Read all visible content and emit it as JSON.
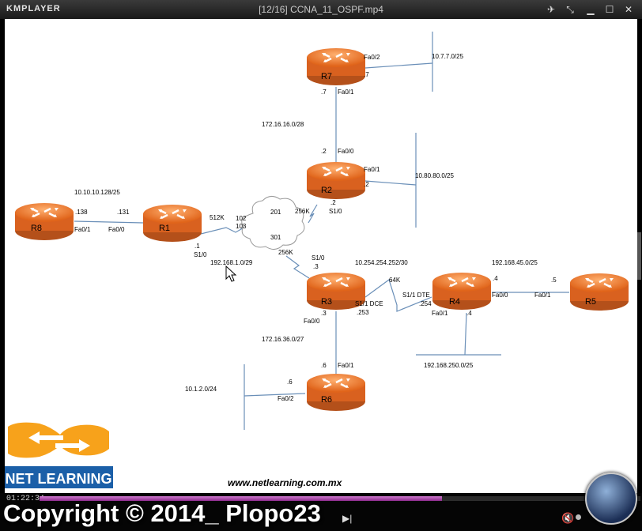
{
  "app": {
    "name": "KMPLAYER"
  },
  "window": {
    "title": "[12/16] CCNA_11_OSPF.mp4"
  },
  "playback": {
    "time": "01:22:34",
    "progress": 0.67
  },
  "overlay": {
    "copyright": "Copyright © 2014_ Plopo23"
  },
  "slide": {
    "url": "www.netlearning.com.mx",
    "brand": "NET LEARNING",
    "routers": [
      "R1",
      "R2",
      "R3",
      "R4",
      "R5",
      "R6",
      "R7",
      "R8"
    ],
    "labels": {
      "r7_fa02": "Fa0/2",
      "r7_dot7a": ".7",
      "r7_net": "10.7.7.0/25",
      "r7_dot7b": ".7",
      "r7_fa01": "Fa0/1",
      "net_16": "172.16.16.0/28",
      "r2_dot2a": ".2",
      "r2_fa00": "Fa0/0",
      "r2_fa01": "Fa0/1",
      "r2_dot2b": ".2",
      "r2_net": "10.80.80.0/25",
      "r2_dot2c": ".2",
      "r2_256k": "256K",
      "r2_s10": "S1/0",
      "r8_net": "10.10.10.128/25",
      "r8_138": ".138",
      "r1_131": ".131",
      "r8_fa01": "Fa0/1",
      "r1_fa00": "Fa0/0",
      "r1_512k": "512K",
      "fr_102": "102",
      "fr_103": "103",
      "fr_201": "201",
      "fr_301": "301",
      "r1_dot1": ".1",
      "r1_s10": "S1/0",
      "wan_net": "192.168.1.0/29",
      "r3_256k": "256K",
      "r3_s10": "S1/0",
      "r3_dot3a": ".3",
      "net_254": "10.254.254.252/30",
      "net_45": "192.168.45.0/25",
      "r4_dot4a": ".4",
      "r5_dot5": ".5",
      "r3_64k": "64K",
      "r3_s11dce": "S1/1 DCE",
      "r3_253": ".253",
      "r4_s11dte": "S1/1 DTE",
      "r4_254": ".254",
      "r4_fa00": "Fa0/0",
      "r5_fa01": "Fa0/1",
      "r3_dot3b": ".3",
      "r3_fa00": "Fa0/0",
      "r4_fa01": "Fa0/1",
      "r4_dot4b": ".4",
      "net_36": "172.16.36.0/27",
      "net_250": "192.168.250.0/25",
      "r6_dot6a": ".6",
      "r3_fa01": "Fa0/1",
      "r6_dot6b": ".6",
      "net_10_1_2": "10.1.2.0/24",
      "r6_fa02": "Fa0/2"
    }
  },
  "controls": {
    "play_icon": "next-icon",
    "volume_icon": "volume-muted-icon"
  },
  "colors": {
    "router": "#f07a2a",
    "router_dark": "#b4501a",
    "link": "#6a8fb8",
    "seek": "#a33aa3",
    "brand": "#1b5fa8",
    "brand_orange": "#f7a21b"
  }
}
